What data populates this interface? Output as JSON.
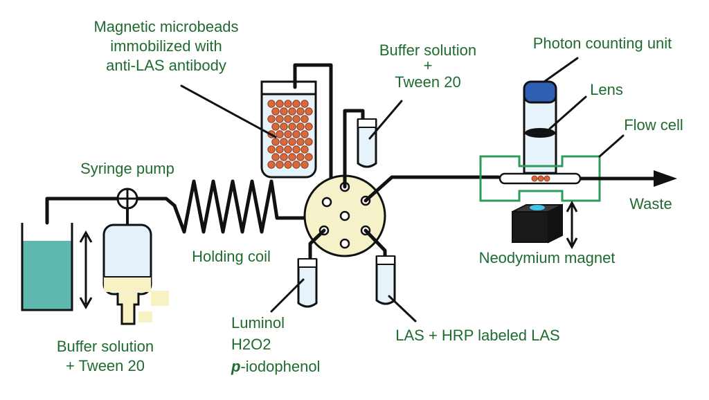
{
  "labels": {
    "microbeads": [
      "Magnetic microbeads",
      "immobilized with",
      "anti-LAS antibody"
    ],
    "buffer_top": [
      "Buffer solution",
      "+",
      "Tween 20"
    ],
    "photon": "Photon counting unit",
    "lens": "Lens",
    "flow_cell": "Flow cell",
    "syringe_pump": "Syringe pump",
    "waste": "Waste",
    "holding_coil": "Holding coil",
    "neodymium": "Neodymium magnet",
    "luminol": [
      "Luminol",
      "H2O2"
    ],
    "iodophenol_p": "p",
    "iodophenol_rest": "-iodophenol",
    "las": "LAS + HRP labeled LAS",
    "buffer_bottom": [
      "Buffer solution",
      "+ Tween 20"
    ]
  },
  "colors": {
    "label": "#1f6b2f",
    "line": "#111111",
    "buffer_liquid": "#5fb8b0",
    "tube_fill": "#e7f3fb",
    "syringe_body": "#e6f2fb",
    "syringe_plunger": "#f7f1c4",
    "valve": "#f5f1c8",
    "bead": "#d9683a",
    "flow_cell_border": "#2f9a5a",
    "photon_cap": "#2f5fb3",
    "magnet": "#1a1a1a",
    "magnet_spot": "#3fc6e6"
  }
}
